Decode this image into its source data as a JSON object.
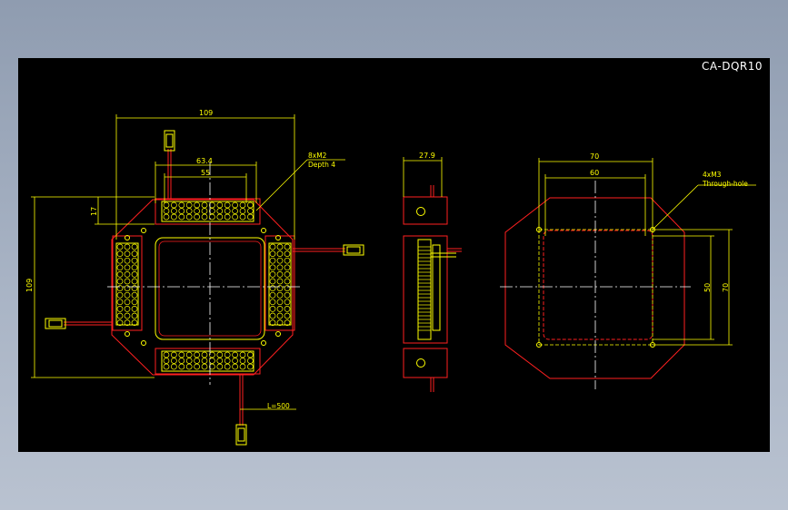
{
  "drawing": {
    "title": "CA-DQR10",
    "colors": {
      "background": "#000000",
      "outline": "#ff2020",
      "dimension": "#ffff00",
      "centerline": "#ffffff",
      "frame": "#8f9cb0"
    },
    "front_view": {
      "dim_width": "109",
      "dim_led_pitch": "63.4",
      "dim_led_window": "55",
      "dim_height_small": "17",
      "dim_height": "109",
      "note_thread": "8xM2",
      "note_depth": "Depth 4",
      "note_cable": "L=500"
    },
    "side_view": {
      "dim_thickness": "27.9"
    },
    "rear_view": {
      "dim_outer": "70",
      "dim_inner": "60",
      "dim_vert_inner": "50",
      "dim_vert_outer": "70",
      "note_hole": "4xM3",
      "note_through": "Through-hole"
    }
  }
}
